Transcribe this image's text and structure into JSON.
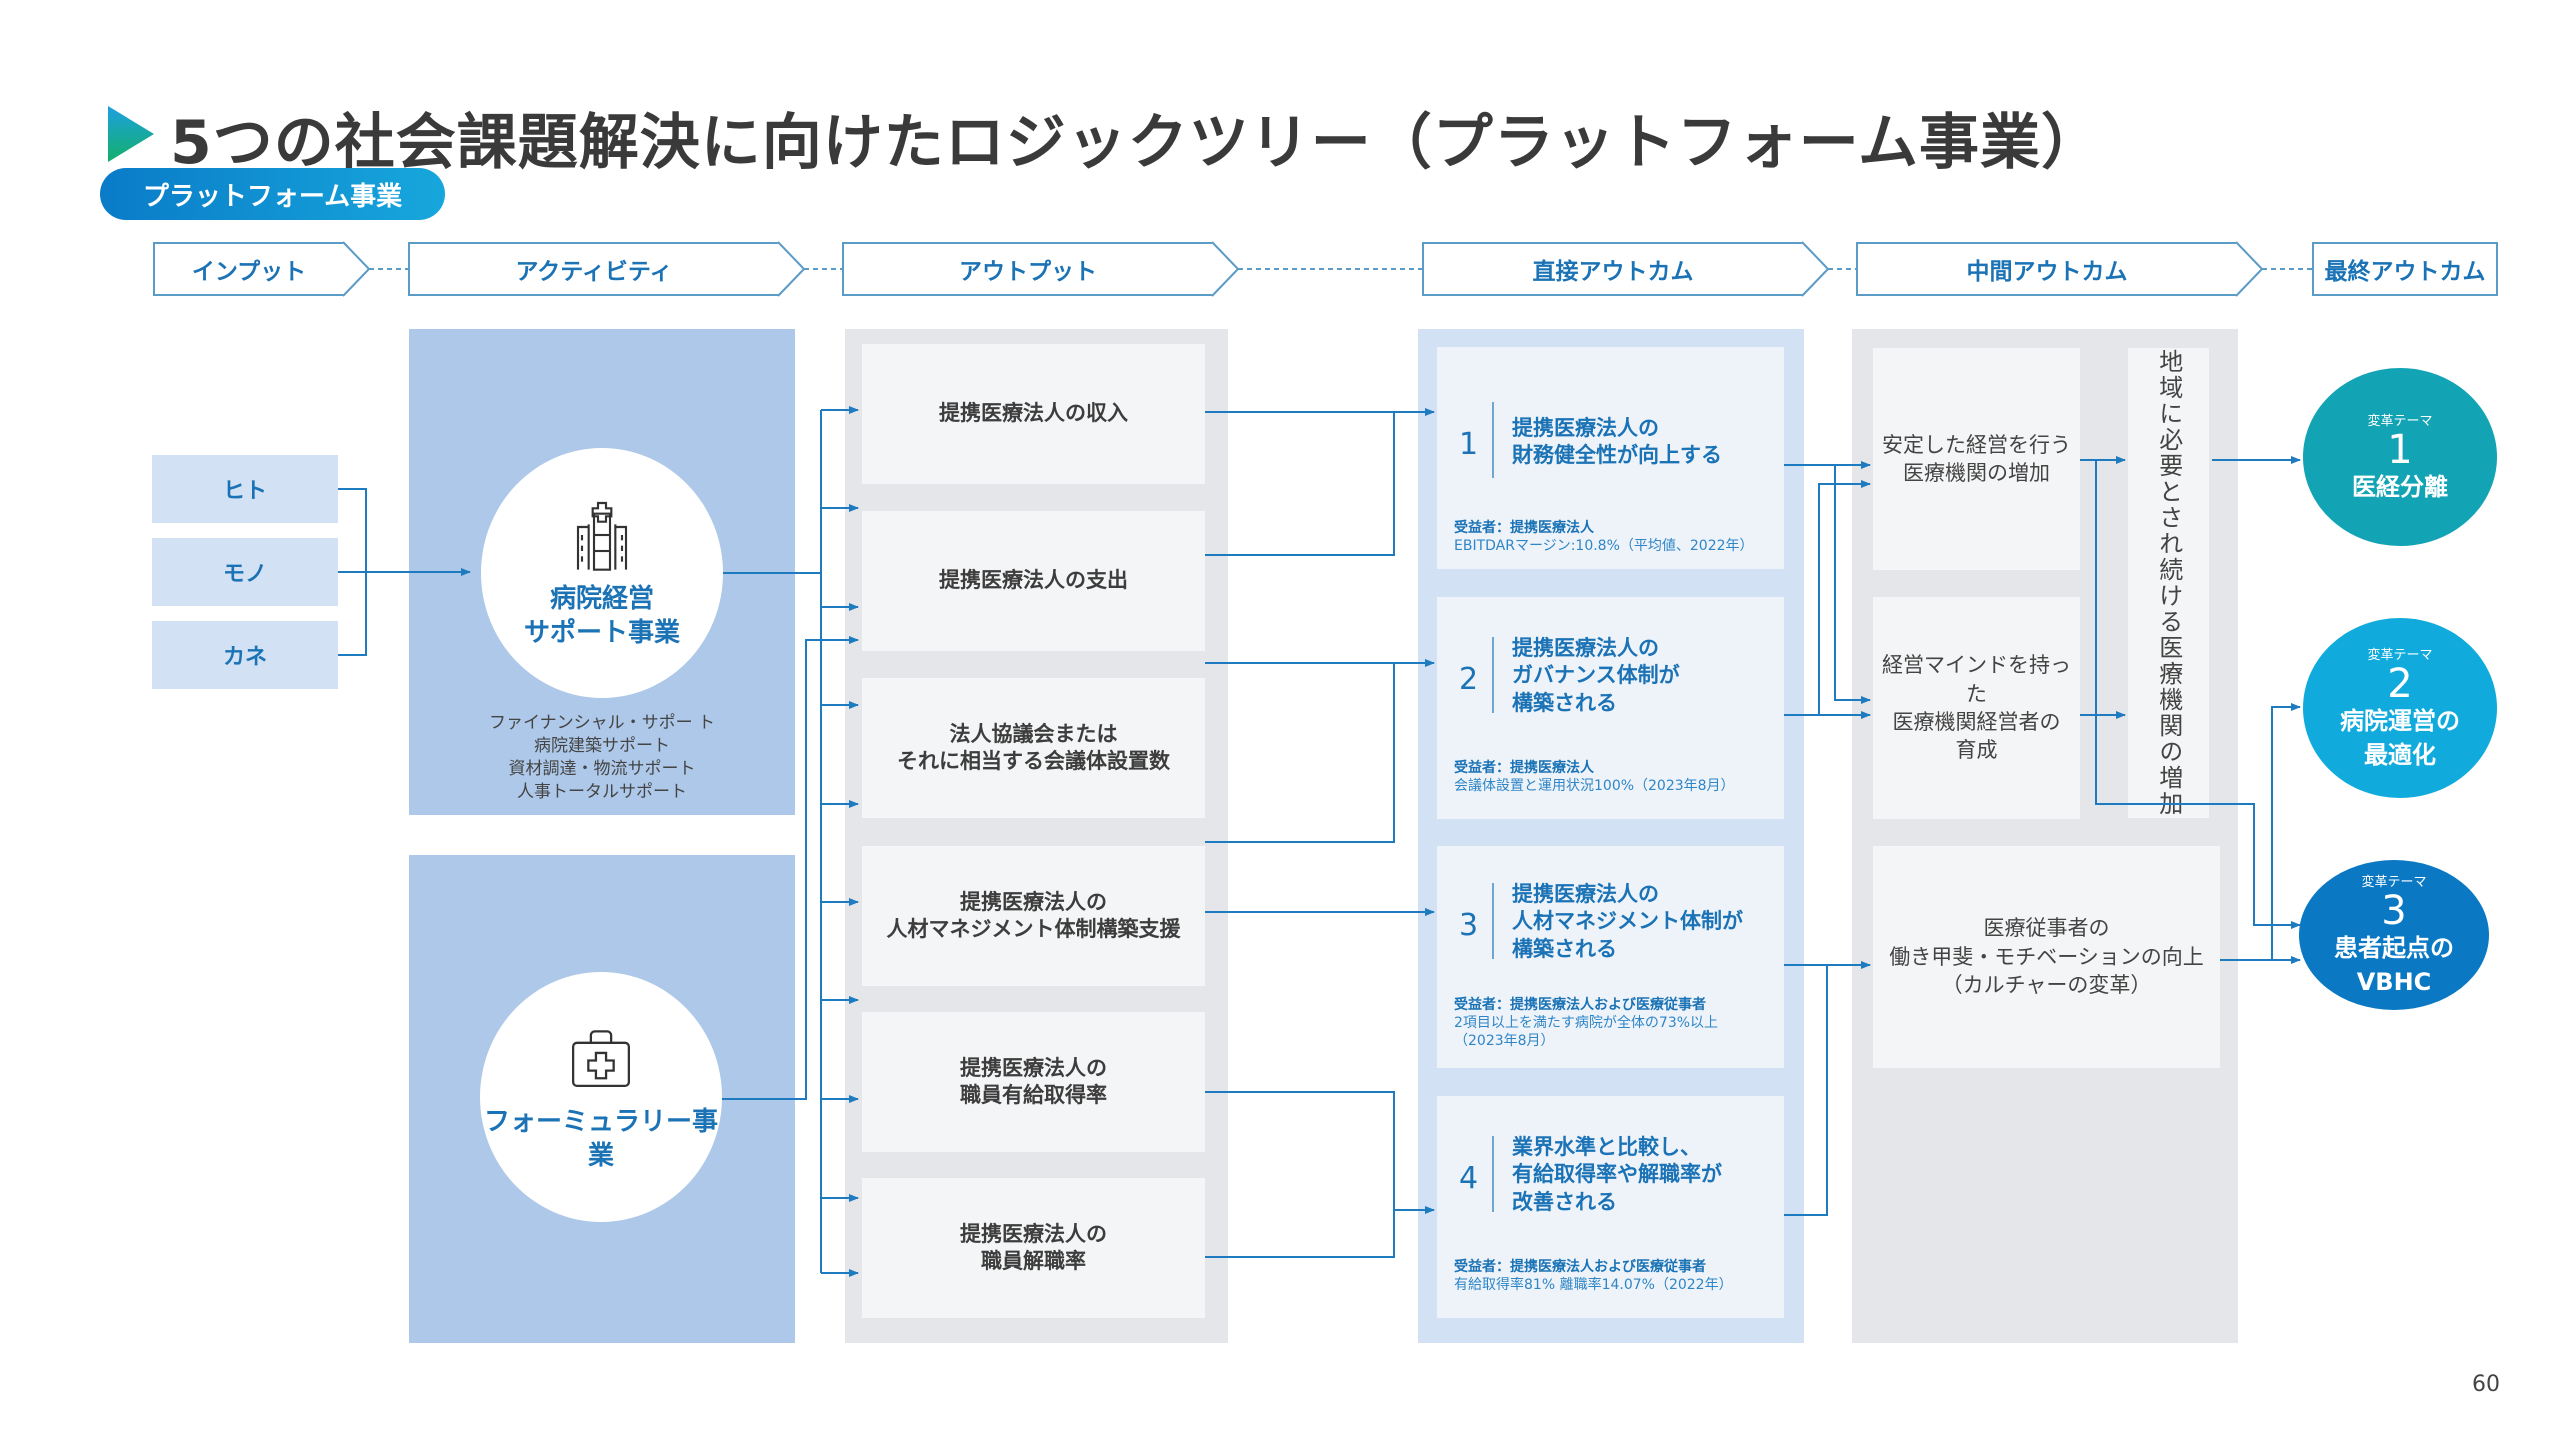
{
  "title": "5つの社会課題解決に向けたロジックツリー（プラットフォーム事業）",
  "tag": "プラットフォーム事業",
  "headers": [
    "インプット",
    "アクティビティ",
    "アウトプット",
    "直接アウトカム",
    "中間アウトカム",
    "最終アウトカム"
  ],
  "inputs": [
    "ヒト",
    "モノ",
    "カネ"
  ],
  "activities": [
    {
      "icon": "hospital-building-icon",
      "label": "病院経営\nサポート事業",
      "sub": "ファイナンシャル・サポー ト\n病院建築サポート\n資材調達・物流サポート\n人事トータルサポート"
    },
    {
      "icon": "medical-kit-icon",
      "label": "フォーミュラリー事業",
      "sub": ""
    }
  ],
  "outputs": [
    "提携医療法人の収入",
    "提携医療法人の支出",
    "法人協議会または\nそれに相当する会議体設置数",
    "提携医療法人の\n人材マネジメント体制構築支援",
    "提携医療法人の\n職員有給取得率",
    "提携医療法人の\n職員解職率"
  ],
  "direct_outcomes": [
    {
      "num": "1",
      "title": "提携医療法人の\n財務健全性が向上する",
      "beneficiary": "受益者：提携医療法人",
      "metric": "EBITDARマージン:10.8%（平均値、2022年）"
    },
    {
      "num": "2",
      "title": "提携医療法人の\nガバナンス体制が\n構築される",
      "beneficiary": "受益者：提携医療法人",
      "metric": "会議体設置と運用状況100%（2023年8月）"
    },
    {
      "num": "3",
      "title": "提携医療法人の\n人材マネジメント体制が\n構築される",
      "beneficiary": "受益者：提携医療法人および医療従事者",
      "metric": "2項目以上を満たす病院が全体の73%以上\n（2023年8月）"
    },
    {
      "num": "4",
      "title": "業界水準と比較し、\n有給取得率や解職率が\n改善される",
      "beneficiary": "受益者：提携医療法人および医療従事者",
      "metric": "有給取得率81% 離職率14.07%（2022年）"
    }
  ],
  "intermediate_outcomes": [
    "安定した経営を行う\n医療機関の増加",
    "経営マインドを持った\n医療機関経営者の\n育成",
    "医療従事者の\n働き甲斐・モチベーションの向上\n（カルチャーの変革）"
  ],
  "intermediate_vertical": "地域に必要とされ続ける医療機関の増加",
  "final_outcomes": [
    {
      "theme": "変革テーマ",
      "num": "1",
      "label": "医経分離",
      "color": "#12a3b4"
    },
    {
      "theme": "変革テーマ",
      "num": "2",
      "label": "病院運営の\n最適化",
      "color": "#10abdc"
    },
    {
      "theme": "変革テーマ",
      "num": "3",
      "label": "患者起点の\nVBHC",
      "color": "#0a78c2"
    }
  ],
  "page_number": "60",
  "colors": {
    "accent": "#1b73b6",
    "line": "#1f7bc0"
  }
}
